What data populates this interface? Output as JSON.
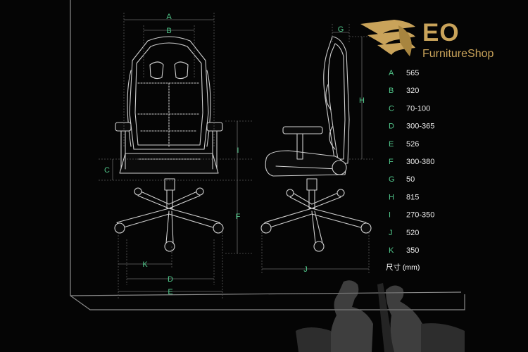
{
  "brand": {
    "name": "EO",
    "subtitle": "FurnitureShop",
    "color": "#c9a35a"
  },
  "labels": {
    "front": {
      "A": "A",
      "B": "B",
      "C": "C",
      "D": "D",
      "E": "E",
      "F": "F",
      "I": "I",
      "K": "K"
    },
    "side": {
      "G": "G",
      "H": "H",
      "J": "J"
    }
  },
  "specs": [
    {
      "letter": "A",
      "value": "565"
    },
    {
      "letter": "B",
      "value": "320"
    },
    {
      "letter": "C",
      "value": "70-100"
    },
    {
      "letter": "D",
      "value": "300-365"
    },
    {
      "letter": "E",
      "value": "526"
    },
    {
      "letter": "F",
      "value": "300-380"
    },
    {
      "letter": "G",
      "value": "50"
    },
    {
      "letter": "H",
      "value": "815"
    },
    {
      "letter": "I",
      "value": "270-350"
    },
    {
      "letter": "J",
      "value": "520"
    },
    {
      "letter": "K",
      "value": "350"
    }
  ],
  "unit_label": "尺寸 (mm)",
  "colors": {
    "background": "#050505",
    "line_art": "#cfcfcf",
    "label_green": "#52c98c"
  }
}
